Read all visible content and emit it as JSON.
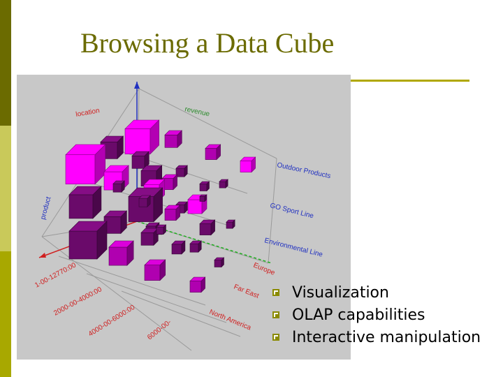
{
  "slide": {
    "title": "Browsing a Data Cube",
    "accent_color": "#6b6b00"
  },
  "cube_visual": {
    "axis_labels": {
      "location": "location",
      "revenue": "revenue",
      "product": "product"
    },
    "product_labels": [
      "Outdoor Products",
      "GO Sport Line",
      "Environmental Line"
    ],
    "location_labels": [
      "Europe",
      "Far East",
      "North America"
    ],
    "date_labels": [
      "1-00-12770:00",
      "2000-00-4000:00",
      "4000-00-6000:00",
      "6000-00-"
    ],
    "cube_colors": {
      "bright": "#ff00ff",
      "medium": "#b000b0",
      "dark": "#6a0a6a"
    }
  },
  "bullets": [
    {
      "text": "Visualization"
    },
    {
      "text": "OLAP capabilities"
    },
    {
      "text": "Interactive manipulation"
    }
  ]
}
